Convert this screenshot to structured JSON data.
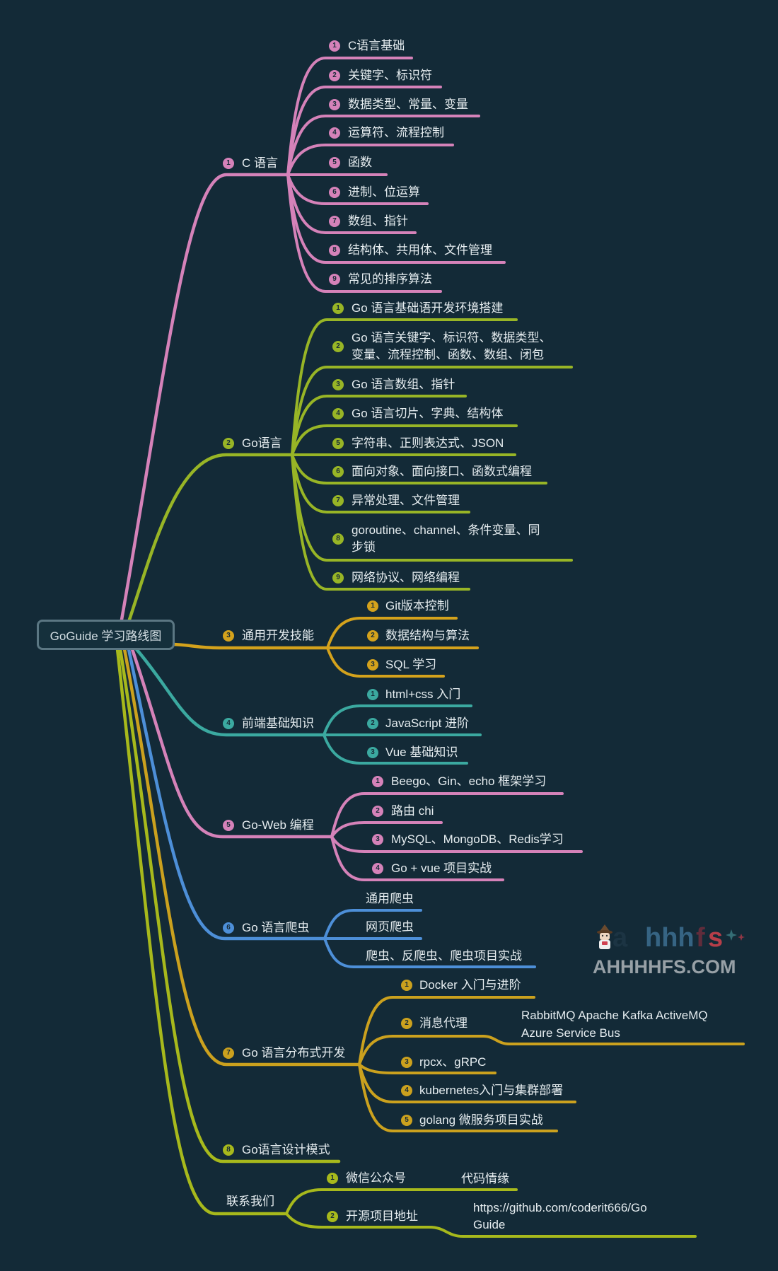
{
  "colors": {
    "background": "#132a37",
    "text": "#e6edf0",
    "root_border": "#5b7783",
    "badge_text": "#172b37"
  },
  "root": {
    "label": "GoGuide 学习路线图"
  },
  "branches": [
    {
      "index": "1",
      "label": "C 语言",
      "color": "#d582b9",
      "children": [
        {
          "index": "1",
          "label": "C语言基础"
        },
        {
          "index": "2",
          "label": "关键字、标识符"
        },
        {
          "index": "3",
          "label": "数据类型、常量、变量"
        },
        {
          "index": "4",
          "label": "运算符、流程控制"
        },
        {
          "index": "5",
          "label": "函数"
        },
        {
          "index": "6",
          "label": "进制、位运算"
        },
        {
          "index": "7",
          "label": "数组、指针"
        },
        {
          "index": "8",
          "label": "结构体、共用体、文件管理"
        },
        {
          "index": "9",
          "label": "常见的排序算法"
        }
      ]
    },
    {
      "index": "2",
      "label": "Go语言",
      "color": "#98b526",
      "children": [
        {
          "index": "1",
          "label": "Go 语言基础语开发环境搭建"
        },
        {
          "index": "2",
          "label": "Go 语言关键字、标识符、数据类型、\n变量、流程控制、函数、数组、闭包"
        },
        {
          "index": "3",
          "label": "Go 语言数组、指针"
        },
        {
          "index": "4",
          "label": "Go 语言切片、字典、结构体"
        },
        {
          "index": "5",
          "label": "字符串、正则表达式、JSON"
        },
        {
          "index": "6",
          "label": "面向对象、面向接口、函数式编程"
        },
        {
          "index": "7",
          "label": "异常处理、文件管理"
        },
        {
          "index": "8",
          "label": "goroutine、channel、条件变量、同\n步锁"
        },
        {
          "index": "9",
          "label": "网络协议、网络编程"
        }
      ]
    },
    {
      "index": "3",
      "label": "通用开发技能",
      "color": "#d4a21c",
      "children": [
        {
          "index": "1",
          "label": "Git版本控制"
        },
        {
          "index": "2",
          "label": "数据结构与算法"
        },
        {
          "index": "3",
          "label": "SQL 学习"
        }
      ]
    },
    {
      "index": "4",
      "label": "前端基础知识",
      "color": "#3ba9a0",
      "children": [
        {
          "index": "1",
          "label": "html+css 入门"
        },
        {
          "index": "2",
          "label": "JavaScript 进阶"
        },
        {
          "index": "3",
          "label": "Vue 基础知识"
        }
      ]
    },
    {
      "index": "5",
      "label": "Go-Web 编程",
      "color": "#d582b9",
      "children": [
        {
          "index": "1",
          "label": "Beego、Gin、echo 框架学习"
        },
        {
          "index": "2",
          "label": "路由 chi"
        },
        {
          "index": "3",
          "label": "MySQL、MongoDB、Redis学习"
        },
        {
          "index": "4",
          "label": "Go + vue 项目实战"
        }
      ]
    },
    {
      "index": "6",
      "label": "Go 语言爬虫",
      "color": "#4d8fd8",
      "children": [
        {
          "label": "通用爬虫"
        },
        {
          "label": "网页爬虫"
        },
        {
          "label": "爬虫、反爬虫、爬虫项目实战"
        }
      ]
    },
    {
      "index": "7",
      "label": "Go 语言分布式开发",
      "color": "#cba11e",
      "children": [
        {
          "index": "1",
          "label": "Docker 入门与进阶"
        },
        {
          "index": "2",
          "label": "消息代理",
          "detail": "RabbitMQ Apache Kafka ActiveMQ\nAzure Service Bus"
        },
        {
          "index": "3",
          "label": "rpcx、gRPC"
        },
        {
          "index": "4",
          "label": "kubernetes入门与集群部署"
        },
        {
          "index": "5",
          "label": "golang 微服务项目实战"
        }
      ]
    },
    {
      "index": "8",
      "label": "Go语言设计模式",
      "color": "#a7b91c",
      "children": []
    },
    {
      "label": "联系我们",
      "color": "#a7b91c",
      "children": [
        {
          "index": "1",
          "label": "微信公众号",
          "detail": "代码情缘"
        },
        {
          "index": "2",
          "label": "开源项目地址",
          "detail": "https://github.com/coderit666/Go\nGuide"
        }
      ]
    }
  ],
  "watermark": {
    "logo_parts": [
      "a",
      "hhh",
      "f",
      "s"
    ],
    "site": "AHHHHFS.COM"
  }
}
